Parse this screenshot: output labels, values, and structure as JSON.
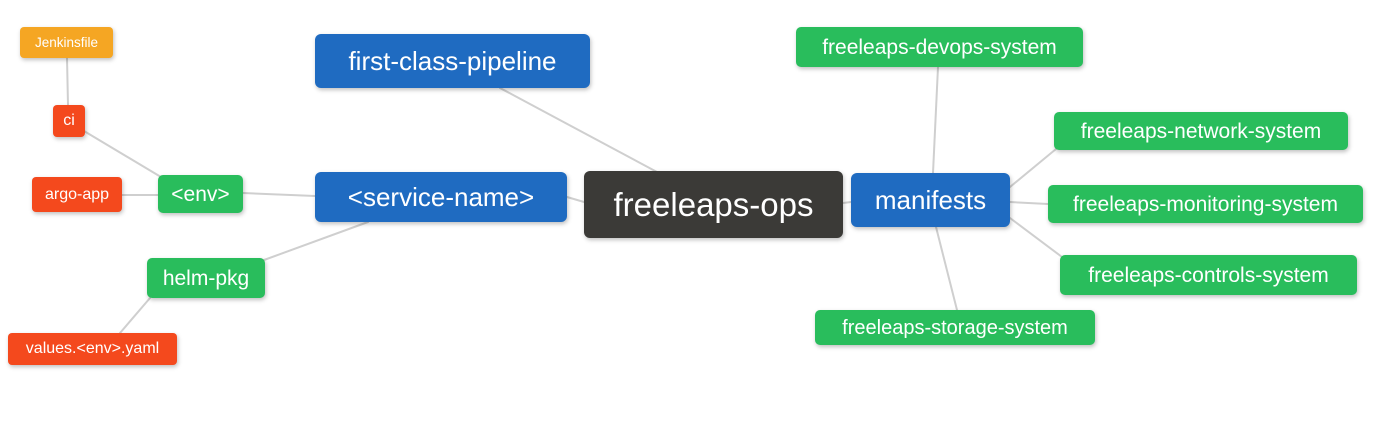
{
  "app": {
    "type": "mindmap",
    "background": "#ffffff"
  },
  "palette": {
    "root": "#3B3A37",
    "branch": "#1F6BC1",
    "leaf": "#29BD5C",
    "file": "#F4491D",
    "sub_file": "#F5A623",
    "edge": "#CFCFCF",
    "text": "#FFFFFF"
  },
  "nodes": [
    {
      "id": "freeleaps-ops",
      "label": "freeleaps-ops",
      "role": "root"
    },
    {
      "id": "first-class-pipeline",
      "label": "first-class-pipeline",
      "role": "branch"
    },
    {
      "id": "service-name",
      "label": "<service-name>",
      "role": "branch"
    },
    {
      "id": "manifests",
      "label": "manifests",
      "role": "branch"
    },
    {
      "id": "env",
      "label": "<env>",
      "role": "leaf"
    },
    {
      "id": "helm-pkg",
      "label": "helm-pkg",
      "role": "leaf"
    },
    {
      "id": "jenkinsfile",
      "label": "Jenkinsfile",
      "role": "sub_file"
    },
    {
      "id": "ci",
      "label": "ci",
      "role": "file"
    },
    {
      "id": "argo-app",
      "label": "argo-app",
      "role": "file"
    },
    {
      "id": "values-env-yaml",
      "label": "values.<env>.yaml",
      "role": "file"
    },
    {
      "id": "devops-system",
      "label": "freeleaps-devops-system",
      "role": "leaf"
    },
    {
      "id": "network-system",
      "label": "freeleaps-network-system",
      "role": "leaf"
    },
    {
      "id": "monitoring-system",
      "label": "freeleaps-monitoring-system",
      "role": "leaf"
    },
    {
      "id": "controls-system",
      "label": "freeleaps-controls-system",
      "role": "leaf"
    },
    {
      "id": "storage-system",
      "label": "freeleaps-storage-system",
      "role": "leaf"
    }
  ],
  "edges": [
    {
      "from": "jenkinsfile",
      "to": "ci"
    },
    {
      "from": "ci",
      "to": "env"
    },
    {
      "from": "argo-app",
      "to": "env"
    },
    {
      "from": "env",
      "to": "service-name"
    },
    {
      "from": "service-name",
      "to": "helm-pkg"
    },
    {
      "from": "helm-pkg",
      "to": "values-env-yaml"
    },
    {
      "from": "first-class-pipeline",
      "to": "freeleaps-ops"
    },
    {
      "from": "service-name",
      "to": "freeleaps-ops"
    },
    {
      "from": "freeleaps-ops",
      "to": "manifests"
    },
    {
      "from": "manifests",
      "to": "devops-system"
    },
    {
      "from": "manifests",
      "to": "network-system"
    },
    {
      "from": "manifests",
      "to": "monitoring-system"
    },
    {
      "from": "manifests",
      "to": "controls-system"
    },
    {
      "from": "manifests",
      "to": "storage-system"
    }
  ]
}
